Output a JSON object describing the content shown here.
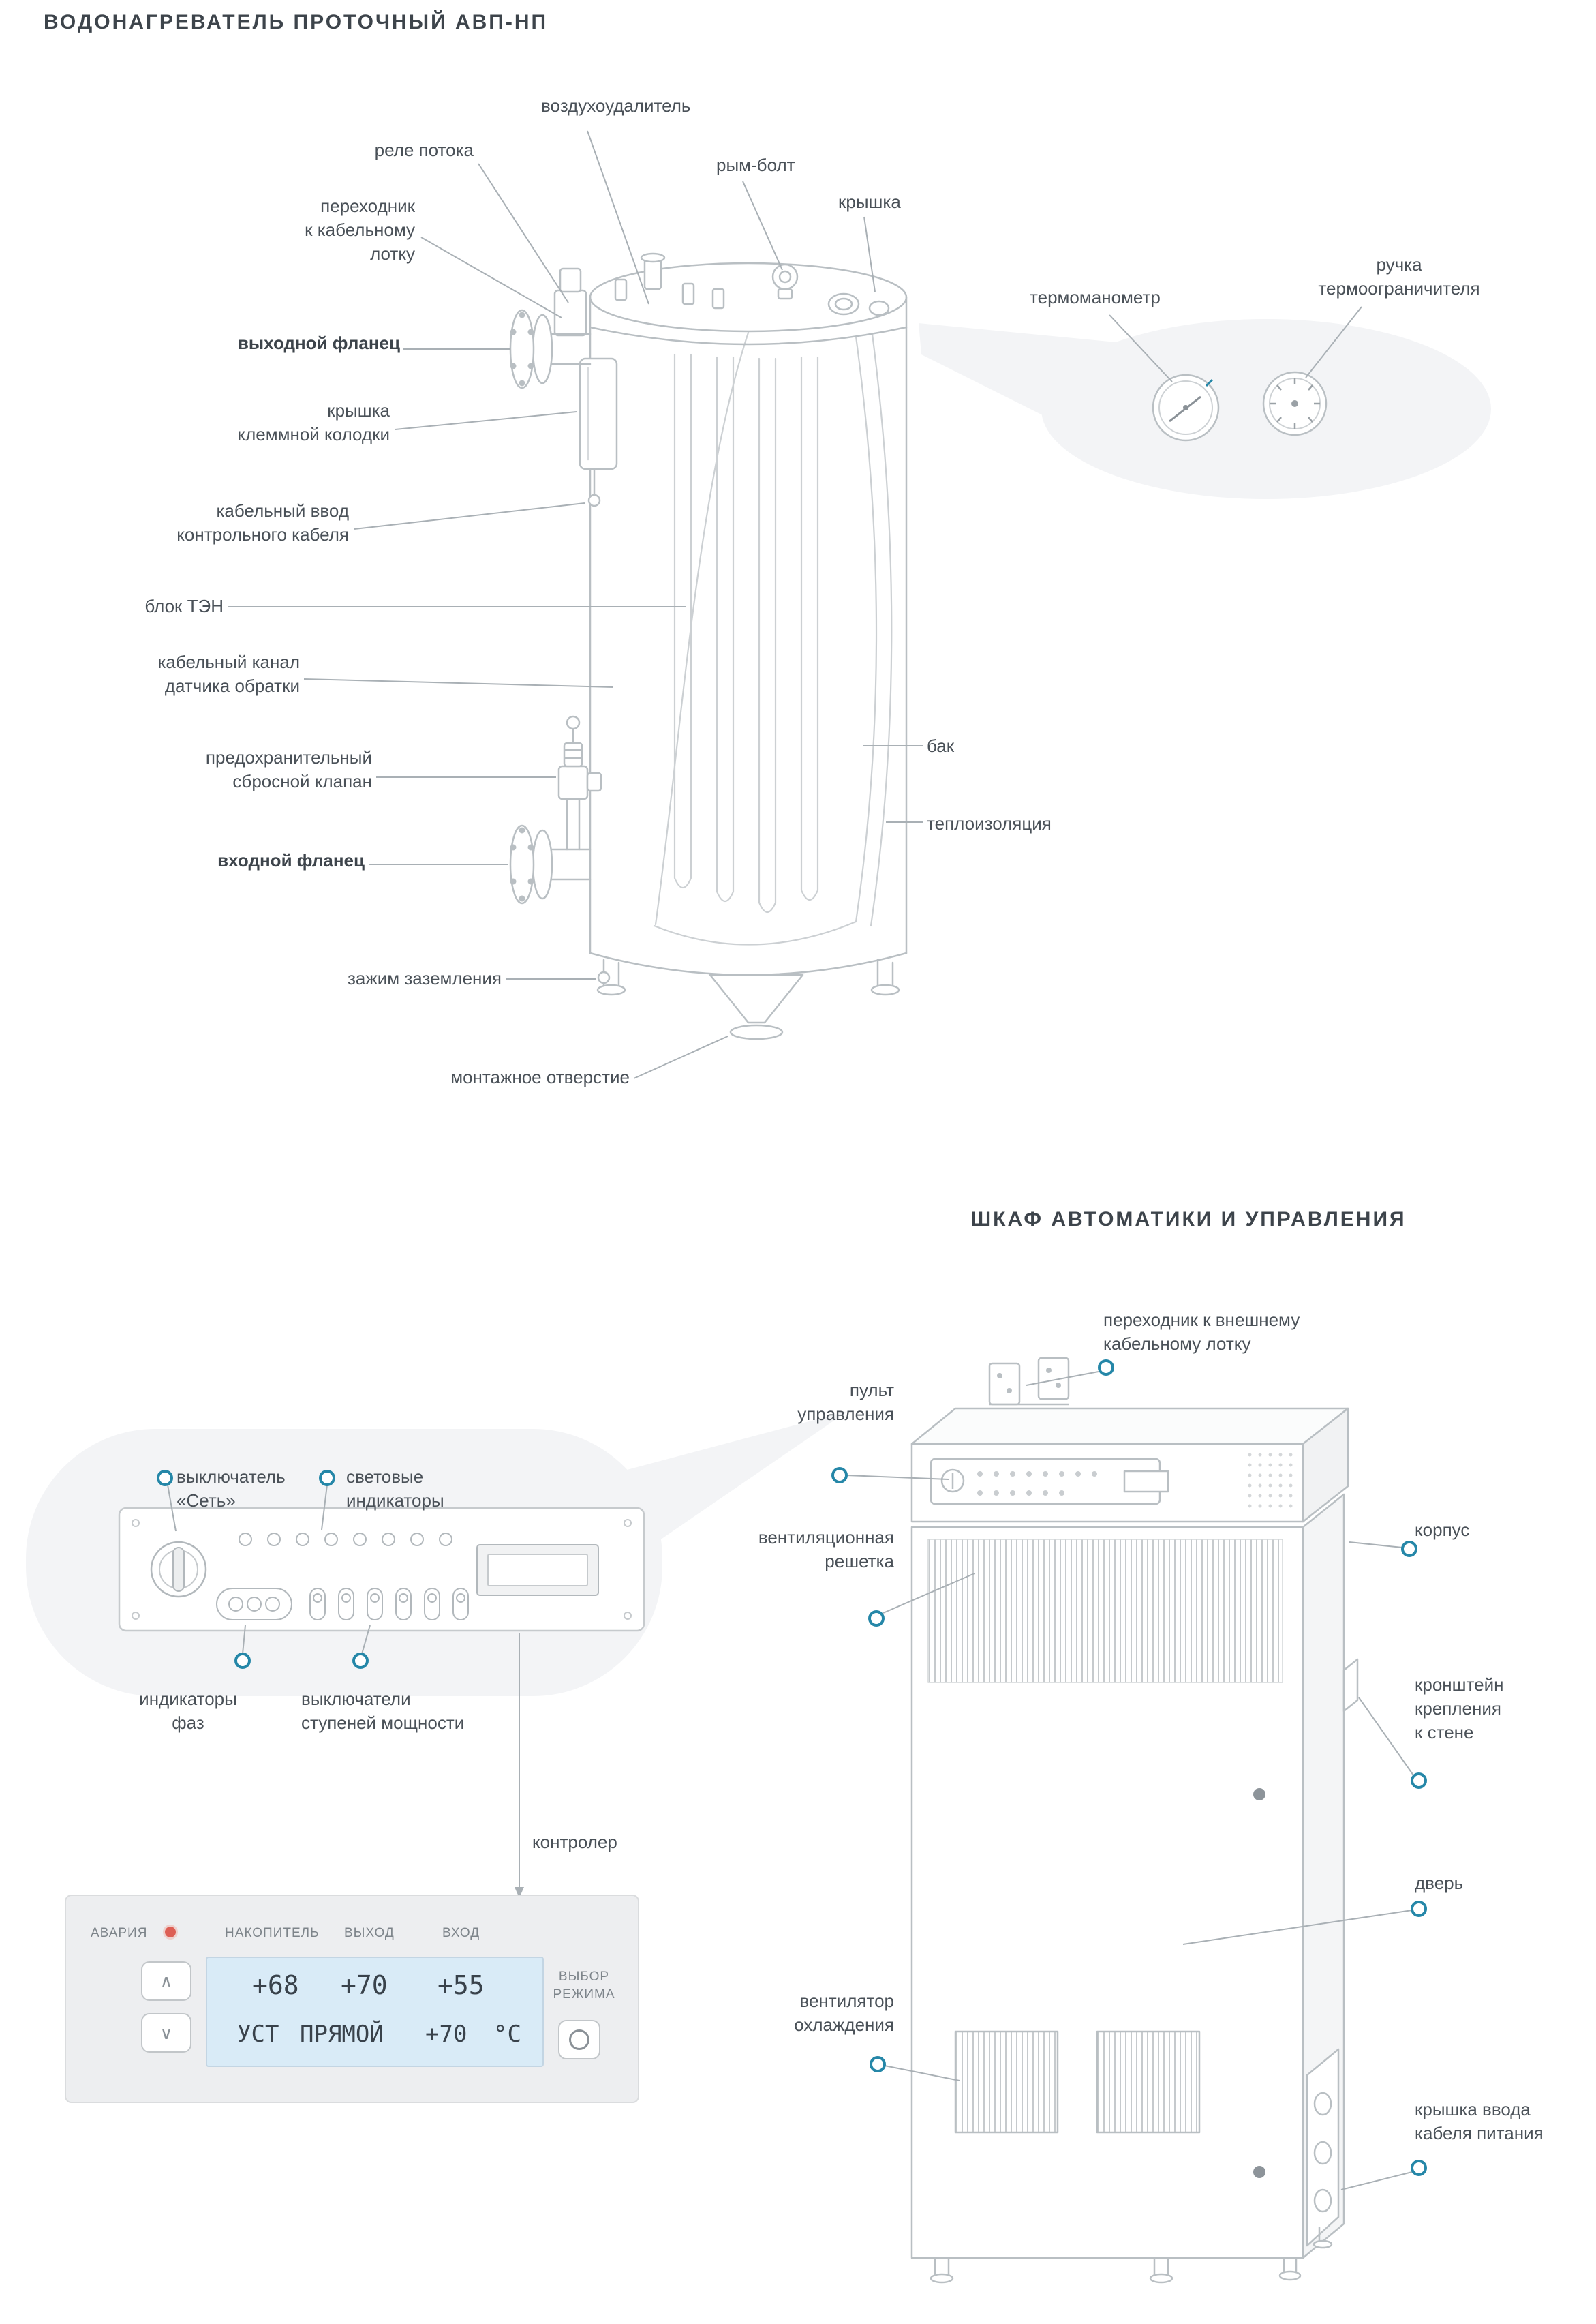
{
  "accent": "#2587a8",
  "heater": {
    "title": "ВОДОНАГРЕВАТЕЛЬ ПРОТОЧНЫЙ АВП-НП",
    "labels": {
      "air_vent": "воздухоудалитель",
      "flow_relay": "реле потока",
      "cable_tray_adapter": "переходник\nк кабельному\nлотку",
      "outlet_flange": "выходной фланец",
      "terminal_cover": "крышка\nклеммной колодки",
      "control_cable_entry": "кабельный ввод\nконтрольного кабеля",
      "heating_block": "блок ТЭН",
      "cable_channel": "кабельный канал\nдатчика обратки",
      "safety_valve": "предохранительный\nсбросной клапан",
      "inlet_flange": "входной фланец",
      "ground_clamp": "зажим заземления",
      "mounting_hole": "монтажное отверстие",
      "eye_bolt": "рым-болт",
      "lid": "крышка",
      "thermomanometer": "термоманометр",
      "limiter_handle": "ручка\nтермоограничителя",
      "tank": "бак",
      "insulation": "теплоизоляция"
    }
  },
  "cabinet": {
    "title": "ШКАФ АВТОМАТИКИ И УПРАВЛЕНИЯ",
    "labels": {
      "external_tray_adapter": "переходник к внешнему\nкабельному лотку",
      "control_panel": "пульт\nуправления",
      "vent_grille": "вентиляционная\nрешетка",
      "body": "корпус",
      "wall_bracket": "кронштейн\nкрепления\nк стене",
      "door": "дверь",
      "cooling_fan": "вентилятор\nохлаждения",
      "power_cable_cover": "крышка ввода\nкабеля питания",
      "controller": "контролер"
    },
    "panel_labels": {
      "power_switch": "выключатель\n«Сеть»",
      "indicator_lights": "световые\nиндикаторы",
      "phase_indicators": "индикаторы\nфаз",
      "power_step_switches": "выключатели\nступеней мощности"
    }
  },
  "controller_panel": {
    "alarm": "АВАРИЯ",
    "col_storage": "НАКОПИТЕЛЬ",
    "col_out": "ВЫХОД",
    "col_in": "ВХОД",
    "val_storage": "+68",
    "val_out": "+70",
    "val_in": "+55",
    "mode_set": "УСТ",
    "mode_name": "ПРЯМОЙ",
    "mode_val": "+70",
    "unit": "°С",
    "mode_select": "ВЫБОР\nРЕЖИМА",
    "icons": {
      "up": "∧",
      "down": "∨"
    }
  }
}
